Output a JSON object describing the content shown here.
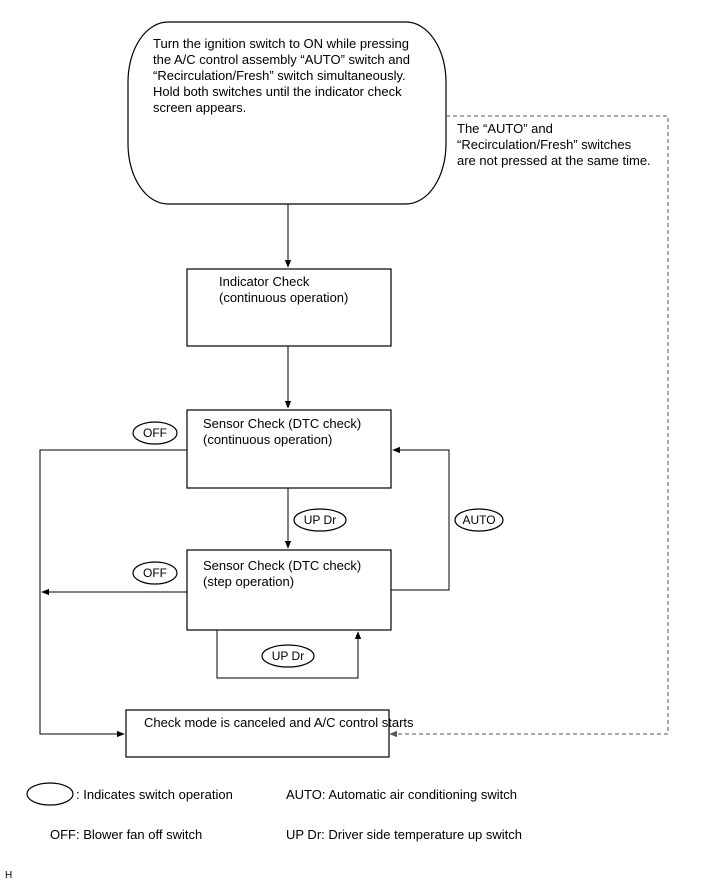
{
  "start": {
    "lines": [
      "Turn the ignition switch to ON while pressing",
      "the A/C control assembly “AUTO” switch and",
      "“Recirculation/Fresh” switch simultaneously.",
      "Hold both switches until the indicator check",
      "screen appears."
    ]
  },
  "side_note": {
    "lines": [
      "The “AUTO” and",
      "“Recirculation/Fresh” switches",
      "are not pressed at the same time."
    ]
  },
  "indicator_box": {
    "lines": [
      "Indicator Check",
      "(continuous operation)"
    ]
  },
  "sensor_continuous_box": {
    "lines": [
      "Sensor Check (DTC check)",
      "(continuous operation)"
    ]
  },
  "sensor_step_box": {
    "lines": [
      "Sensor Check (DTC check)",
      "(step operation)"
    ]
  },
  "end_box": {
    "text": "Check mode is canceled and A/C control starts"
  },
  "switches": {
    "off_1": "OFF",
    "off_2": "OFF",
    "up_dr_1": "UP Dr",
    "up_dr_2": "UP Dr",
    "auto": "AUTO"
  },
  "legend": {
    "indicates": ": Indicates switch operation",
    "auto": "AUTO: Automatic air conditioning switch",
    "off": "OFF: Blower fan off switch",
    "up_dr": "UP Dr: Driver side temperature up switch"
  },
  "corner_mark": "H"
}
